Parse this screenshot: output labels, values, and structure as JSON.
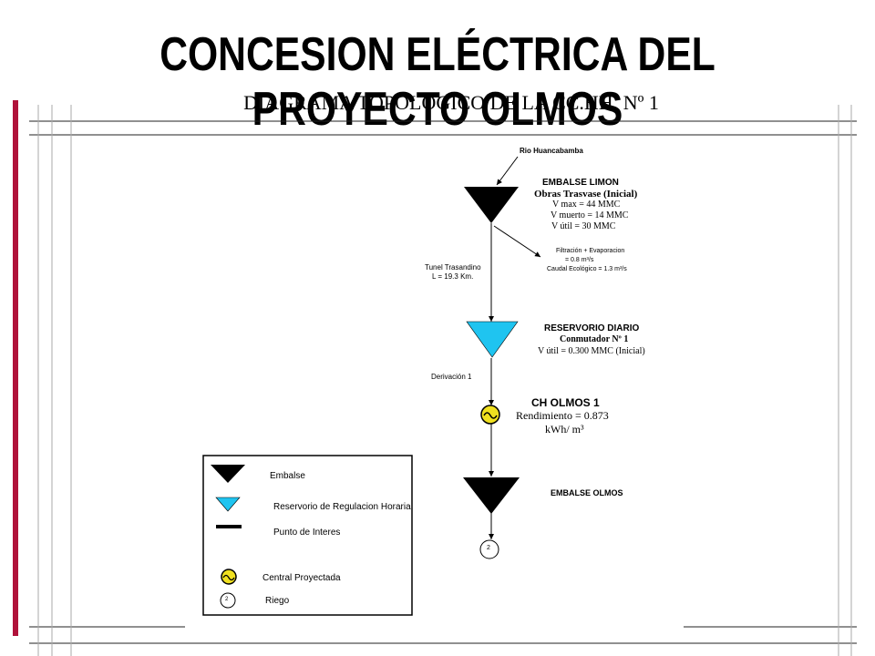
{
  "title": "CONCESION ELÉCTRICA  DEL  PROYECTO  OLMOS",
  "subtitle": "DIAGRAMA  TOPOLOGICO  DE  LA  CC.HH. Nº 1",
  "colors": {
    "accent_bar": "#b0123a",
    "reservoir_cyan": "#1fc4f0",
    "central_yellow": "#f0e020"
  },
  "diagram": {
    "river": "Rio Huancabamba",
    "embalse_limon": {
      "name": "EMBALSE LIMON",
      "sub": "Obras Trasvase (Inicial)",
      "v_max": "V max = 44 MMC",
      "v_muerto": "V muerto = 14 MMC",
      "v_util": "V útil = 30 MMC"
    },
    "losses": {
      "line1": "Filtración + Evaporacion",
      "line2": "= 0.8 m³/s",
      "line3": "Caudal Ecológico = 1.3 m³/s"
    },
    "tunnel": {
      "line1": "Tunel Trasandino",
      "line2": "L = 19.3 Km."
    },
    "reservorio": {
      "name": "RESERVORIO DIARIO",
      "sub": "Conmutador  Nº 1",
      "v_util": "V útil = 0.300 MMC (Inicial)"
    },
    "derivacion": "Derivación 1",
    "ch_olmos": {
      "name": "CH OLMOS 1",
      "rendimiento": "Rendimiento =  0.873",
      "unit": "kWh/ m³"
    },
    "embalse_olmos": "EMBALSE OLMOS",
    "riego_node": "2"
  },
  "legend": {
    "embalse": "Embalse",
    "reservorio": "Reservorio de Regulacion Horaria",
    "punto": "Punto de Interes",
    "central": "Central Proyectada",
    "riego": "Riego",
    "riego_node": "2"
  }
}
